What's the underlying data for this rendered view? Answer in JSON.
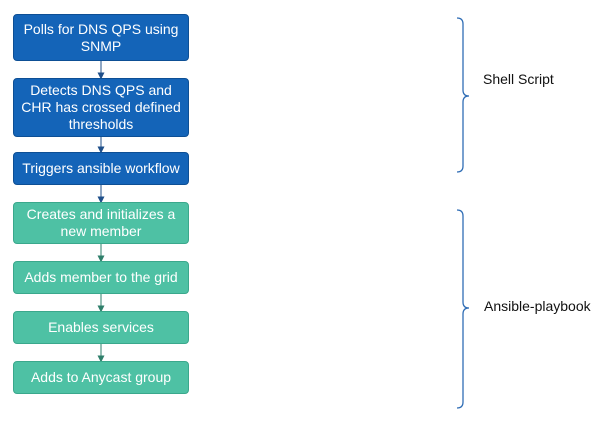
{
  "flow": {
    "steps": [
      {
        "label": "Polls for DNS QPS using SNMP",
        "phase": "shell"
      },
      {
        "label": "Detects DNS QPS and CHR has crossed defined thresholds",
        "phase": "shell"
      },
      {
        "label": "Triggers ansible workflow",
        "phase": "shell"
      },
      {
        "label": "Creates and initializes a new member",
        "phase": "ansible"
      },
      {
        "label": "Adds member to the grid",
        "phase": "ansible"
      },
      {
        "label": "Enables services",
        "phase": "ansible"
      },
      {
        "label": "Adds to Anycast group",
        "phase": "ansible"
      }
    ]
  },
  "phases": {
    "shell": {
      "label": "Shell Script"
    },
    "ansible": {
      "label": "Ansible-playbook"
    }
  },
  "colors": {
    "shell_box": "#1464b8",
    "ansible_box": "#4ec1a4",
    "bracket": "#2f6db5",
    "arrow": "#1a1a1a"
  }
}
